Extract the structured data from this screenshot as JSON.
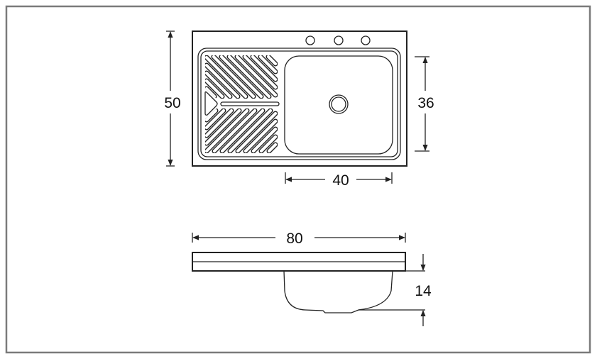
{
  "diagram": {
    "top_view": {
      "overall_height_label": "50",
      "bowl_height_label": "36",
      "bowl_width_label": "40",
      "tap_holes": 3
    },
    "side_view": {
      "overall_width_label": "80",
      "depth_label": "14"
    },
    "colors": {
      "frame": "#7a7a7a",
      "line": "#222222"
    }
  }
}
